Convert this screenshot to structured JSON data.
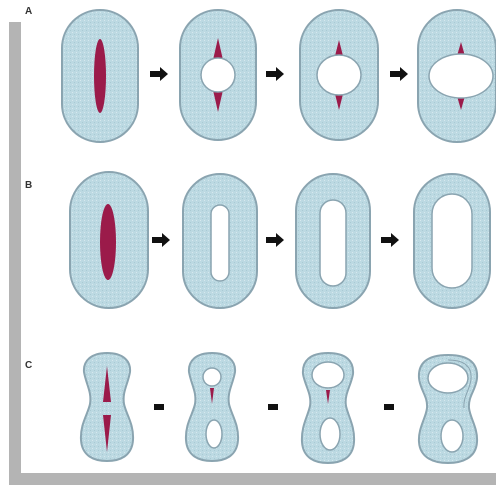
{
  "rows": [
    {
      "label": "A"
    },
    {
      "label": "B"
    },
    {
      "label": "C"
    }
  ],
  "colors": {
    "cell_fill": "#bcd9e2",
    "cell_stroke": "#8aa4b0",
    "lesion": "#9b1b4a",
    "hole": "#ffffff",
    "arrow": "#111111",
    "frame": "#b4b4b4"
  }
}
